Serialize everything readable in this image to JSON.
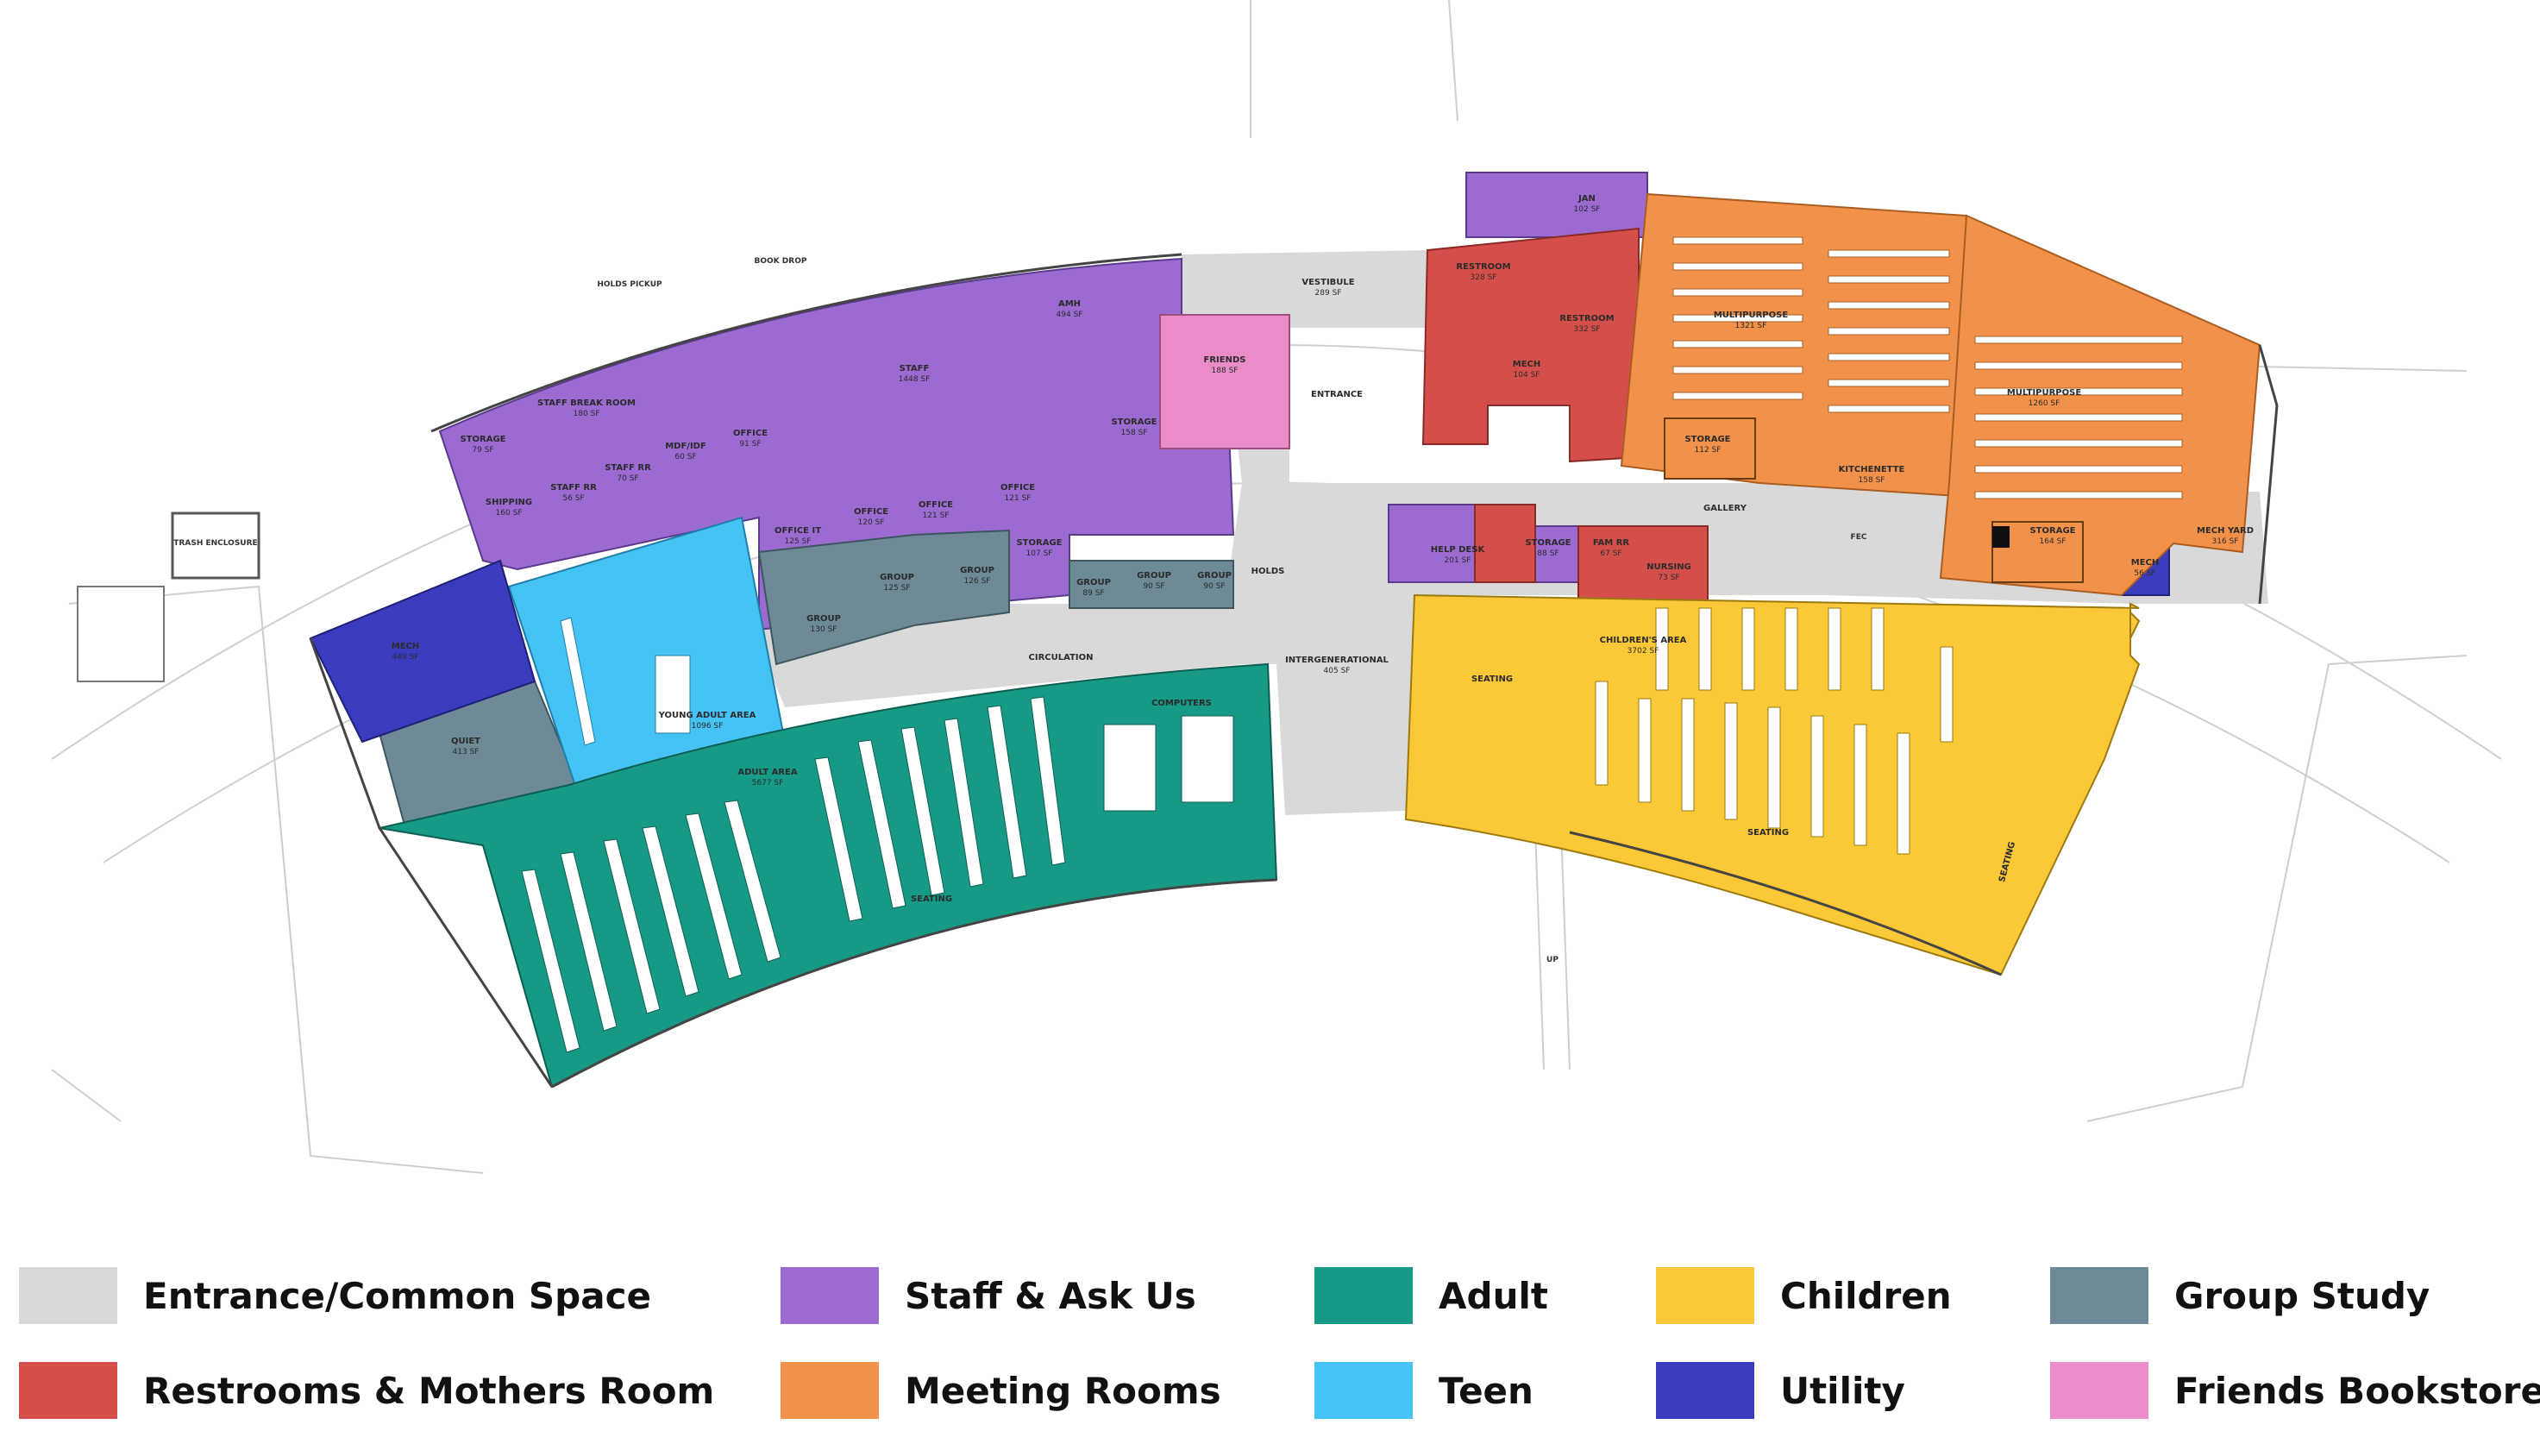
{
  "colors": {
    "common": "#d9d9d9",
    "staff": "#9b6bd1",
    "adult": "#169a86",
    "children": "#fbc937",
    "group": "#6d8a96",
    "restroom": "#d44f4a",
    "meeting": "#f2924a",
    "teen": "#46c3f5",
    "utility": "#3b3bbd",
    "friends": "#e98cc8"
  },
  "legend": [
    {
      "label": "Entrance/Common Space",
      "color": "#d9d9d9"
    },
    {
      "label": "Staff & Ask Us",
      "color": "#9b6bd1"
    },
    {
      "label": "Adult",
      "color": "#169a86"
    },
    {
      "label": "Children",
      "color": "#fbc937"
    },
    {
      "label": "Group Study",
      "color": "#6d8a96"
    },
    {
      "label": "Restrooms & Mothers Room",
      "color": "#d44f4a"
    },
    {
      "label": "Meeting Rooms",
      "color": "#f2924a"
    },
    {
      "label": "Teen",
      "color": "#46c3f5"
    },
    {
      "label": "Utility",
      "color": "#3b3bbd"
    },
    {
      "label": "Friends Bookstore",
      "color": "#e98cc8"
    }
  ],
  "rooms": {
    "vestibule": {
      "name": "VESTIBULE",
      "sf": "289 SF"
    },
    "entrance": {
      "name": "ENTRANCE"
    },
    "gallery": {
      "name": "GALLERY"
    },
    "circulation": {
      "name": "CIRCULATION"
    },
    "holds": {
      "name": "HOLDS"
    },
    "intergenerational": {
      "name": "INTERGENERATIONAL",
      "sf": "405 SF"
    },
    "jan": {
      "name": "JAN",
      "sf": "102 SF"
    },
    "restroom1": {
      "name": "RESTROOM",
      "sf": "328 SF"
    },
    "restroom2": {
      "name": "RESTROOM",
      "sf": "332 SF"
    },
    "mech_center": {
      "name": "MECH",
      "sf": "104 SF"
    },
    "multipurpose1": {
      "name": "MULTIPURPOSE",
      "sf": "1321 SF"
    },
    "multipurpose2": {
      "name": "MULTIPURPOSE",
      "sf": "1260 SF"
    },
    "storage_meet1": {
      "name": "STORAGE",
      "sf": "112 SF"
    },
    "kitchenette": {
      "name": "KITCHENETTE",
      "sf": "158 SF"
    },
    "storage_meet2": {
      "name": "STORAGE",
      "sf": "164 SF"
    },
    "mech_small": {
      "name": "MECH",
      "sf": "56 SF"
    },
    "mech_yard": {
      "name": "MECH YARD",
      "sf": "316 SF"
    },
    "friends": {
      "name": "FRIENDS",
      "sf": "188 SF"
    },
    "amh": {
      "name": "AMH",
      "sf": "494 SF"
    },
    "staff": {
      "name": "STAFF",
      "sf": "1448 SF"
    },
    "storage_staff": {
      "name": "STORAGE",
      "sf": "158 SF"
    },
    "staff_break": {
      "name": "STAFF BREAK ROOM",
      "sf": "180 SF"
    },
    "storage_left": {
      "name": "STORAGE",
      "sf": "79 SF"
    },
    "shipping": {
      "name": "SHIPPING",
      "sf": "160 SF"
    },
    "staff_rr1": {
      "name": "STAFF RR",
      "sf": "56 SF"
    },
    "staff_rr2": {
      "name": "STAFF RR",
      "sf": "70 SF"
    },
    "mdf": {
      "name": "MDF/IDF",
      "sf": "60 SF"
    },
    "office1": {
      "name": "OFFICE",
      "sf": "91 SF"
    },
    "office_it": {
      "name": "OFFICE IT",
      "sf": "125 SF"
    },
    "office2": {
      "name": "OFFICE",
      "sf": "120 SF"
    },
    "office3": {
      "name": "OFFICE",
      "sf": "121 SF"
    },
    "office4": {
      "name": "OFFICE",
      "sf": "121 SF"
    },
    "storage_mid": {
      "name": "STORAGE",
      "sf": "107 SF"
    },
    "group1": {
      "name": "GROUP",
      "sf": "130 SF"
    },
    "group2": {
      "name": "GROUP",
      "sf": "125 SF"
    },
    "group3": {
      "name": "GROUP",
      "sf": "126 SF"
    },
    "group4": {
      "name": "GROUP",
      "sf": "89 SF"
    },
    "group5": {
      "name": "GROUP",
      "sf": "90 SF"
    },
    "group6": {
      "name": "GROUP",
      "sf": "90 SF"
    },
    "quiet": {
      "name": "QUIET",
      "sf": "413 SF"
    },
    "mech_left": {
      "name": "MECH",
      "sf": "449 SF"
    },
    "trash": {
      "name": "TRASH ENCLOSURE"
    },
    "young_adult": {
      "name": "YOUNG ADULT AREA",
      "sf": "1096 SF"
    },
    "adult_area": {
      "name": "ADULT AREA",
      "sf": "5677 SF"
    },
    "computers": {
      "name": "COMPUTERS"
    },
    "seating_adult": {
      "name": "SEATING"
    },
    "help_desk": {
      "name": "HELP DESK",
      "sf": "201 SF"
    },
    "storage_help": {
      "name": "STORAGE",
      "sf": "88 SF"
    },
    "fam_rr": {
      "name": "FAM RR",
      "sf": "67 SF"
    },
    "nursing": {
      "name": "NURSING",
      "sf": "73 SF"
    },
    "childrens": {
      "name": "CHILDREN'S AREA",
      "sf": "3702 SF"
    },
    "seating_c1": {
      "name": "SEATING"
    },
    "seating_c2": {
      "name": "SEATING"
    },
    "seating_c3": {
      "name": "SEATING"
    }
  },
  "notes": {
    "holds_pickup": "HOLDS PICKUP",
    "book_drop": "BOOK DROP",
    "fec": "FEC",
    "up": "UP"
  }
}
